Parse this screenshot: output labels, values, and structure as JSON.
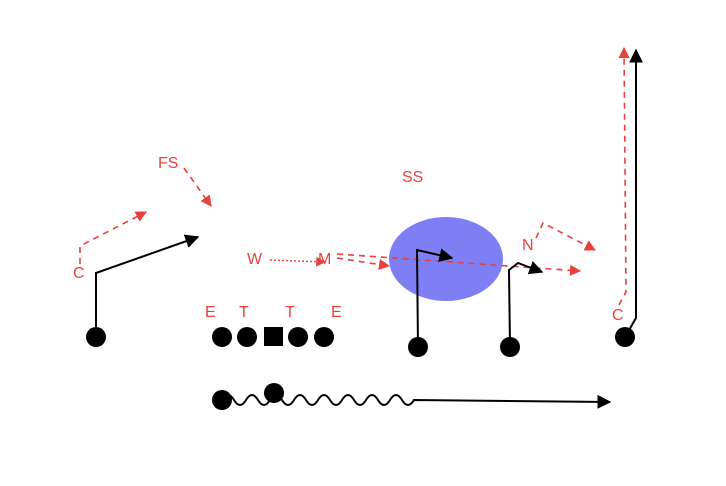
{
  "defense_labels": {
    "fs": "FS",
    "ss": "SS",
    "corner_left": "C",
    "corner_right": "C",
    "will": "W",
    "mike": "M",
    "nickel": "N",
    "end_left": "E",
    "tackle_left": "T",
    "tackle_right": "T",
    "end_right": "E"
  },
  "colors": {
    "offense": "#000000",
    "defense": "#e8413c",
    "zone": "#7f7ff5",
    "background": "#ffffff"
  }
}
